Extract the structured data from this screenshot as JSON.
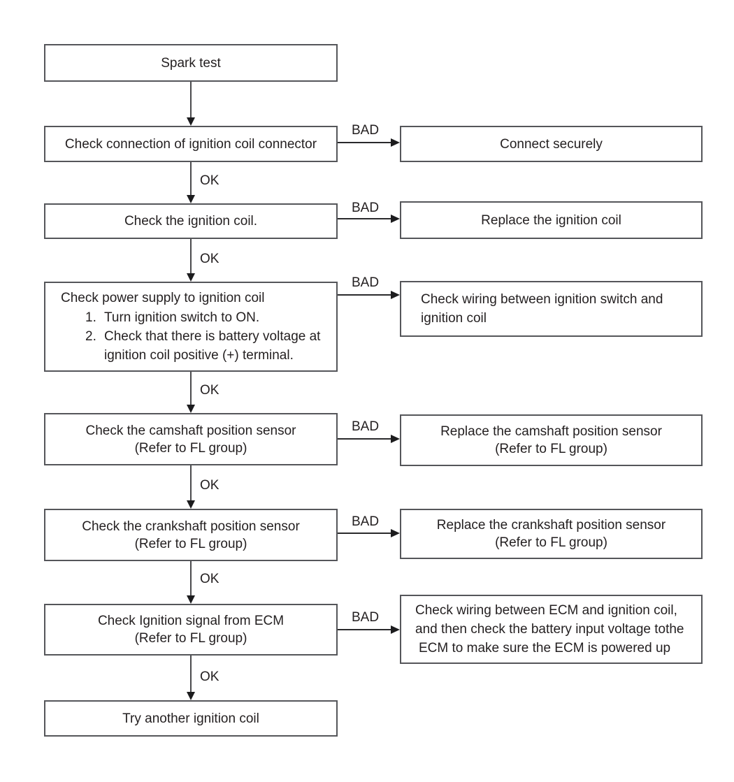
{
  "flowchart": {
    "colors": {
      "background": "#ffffff",
      "box_border": "#55565a",
      "text": "#231f20",
      "connector": "#2a2a2c"
    },
    "nodes": {
      "spark_test": {
        "text": "Spark test"
      },
      "check_connection": {
        "text": "Check connection of ignition coil connector"
      },
      "check_ignition_coil": {
        "text": "Check the ignition coil."
      },
      "check_power_supply": {
        "heading": "Check power supply to ignition coil",
        "steps": [
          {
            "num": "1.",
            "line1": "Turn ignition switch to ON.",
            "line2": ""
          },
          {
            "num": "2.",
            "line1": "Check that there is battery voltage at",
            "line2": "ignition coil positive (+) terminal."
          }
        ]
      },
      "check_camshaft": {
        "line1": "Check the camshaft position sensor",
        "line2": "(Refer to FL group)"
      },
      "check_crankshaft": {
        "line1": "Check the crankshaft position sensor",
        "line2": "(Refer to FL group)"
      },
      "check_ecm_signal": {
        "line1": "Check Ignition signal from ECM",
        "line2": "(Refer to FL group)"
      },
      "try_another_coil": {
        "text": "Try another ignition coil"
      },
      "connect_securely": {
        "text": "Connect securely"
      },
      "replace_ignition_coil": {
        "text": "Replace the ignition coil"
      },
      "check_wiring_switch": {
        "line1": "Check wiring between ignition switch and",
        "line2": "ignition coil"
      },
      "replace_camshaft": {
        "line1": "Replace the camshaft position sensor",
        "line2": "(Refer to FL group)"
      },
      "replace_crankshaft": {
        "line1": "Replace the crankshaft position sensor",
        "line2": "(Refer to FL group)"
      },
      "check_wiring_ecm": {
        "line1": "Check wiring between ECM and ignition coil,",
        "line2": "and then check the battery input voltage tothe",
        "line3": "ECM to make sure the ECM is powered up"
      }
    },
    "edges": {
      "down": [
        {
          "from": "spark_test",
          "to": "check_connection",
          "label": ""
        },
        {
          "from": "check_connection",
          "to": "check_ignition_coil",
          "label": "OK"
        },
        {
          "from": "check_ignition_coil",
          "to": "check_power_supply",
          "label": "OK"
        },
        {
          "from": "check_power_supply",
          "to": "check_camshaft",
          "label": "OK"
        },
        {
          "from": "check_camshaft",
          "to": "check_crankshaft",
          "label": "OK"
        },
        {
          "from": "check_crankshaft",
          "to": "check_ecm_signal",
          "label": "OK"
        },
        {
          "from": "check_ecm_signal",
          "to": "try_another_coil",
          "label": "OK"
        }
      ],
      "right": [
        {
          "from": "check_connection",
          "to": "connect_securely",
          "label": "BAD"
        },
        {
          "from": "check_ignition_coil",
          "to": "replace_ignition_coil",
          "label": "BAD"
        },
        {
          "from": "check_power_supply",
          "to": "check_wiring_switch",
          "label": "BAD"
        },
        {
          "from": "check_camshaft",
          "to": "replace_camshaft",
          "label": "BAD"
        },
        {
          "from": "check_crankshaft",
          "to": "replace_crankshaft",
          "label": "BAD"
        },
        {
          "from": "check_ecm_signal",
          "to": "check_wiring_ecm",
          "label": "BAD"
        }
      ]
    }
  }
}
